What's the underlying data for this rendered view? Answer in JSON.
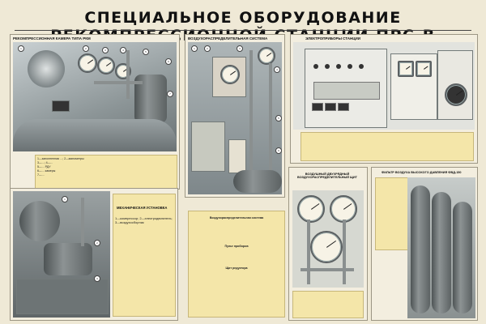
{
  "header": {
    "title": "СПЕЦИАЛЬНОЕ ОБОРУДОВАНИЕ РЕКОМПРЕССИОННОЙ СТАНЦИИ ПРС-В"
  },
  "panels": {
    "chamber": {
      "title": "РЕКОМПРЕССИОННАЯ КАМЕРА ТИПА РКМ"
    },
    "distribution": {
      "title": "ВОЗДУХОРАСПРЕДЕЛИТЕЛЬНАЯ СИСТЕМА"
    },
    "instruments": {
      "title": "ЭЛЕКТРОПРИБОРЫ СТАНЦИИ"
    },
    "mechanical": {
      "title": "МЕХАНИЧЕСКАЯ УСТАНОВКА",
      "legend": "1—компрессор; 2—электродвигатель; 3—воздухосборник"
    },
    "shield": {
      "title": "ВОЗДУШНЫЙ ДВУХРЯДНЫЙ ВОЗДУХОРАСПРЕДЕЛИТЕЛЬНЫЙ ЩИТ"
    },
    "filter": {
      "title": "ФИЛЬТР ВОЗДУХА ВЫСОКОГО ДАВЛЕНИЯ ФВД-150"
    },
    "scheme_legend": {
      "title": "Воздухораспределительная система",
      "subtitle1": "Щит редуктора",
      "subtitle2": "Пульт приборов"
    }
  },
  "chamber_legend": [
    "1—заполненная ...; 2—манометры",
    "3—...; 4—...",
    "5—... РДУ",
    "6—... камеры",
    "7—..."
  ]
}
